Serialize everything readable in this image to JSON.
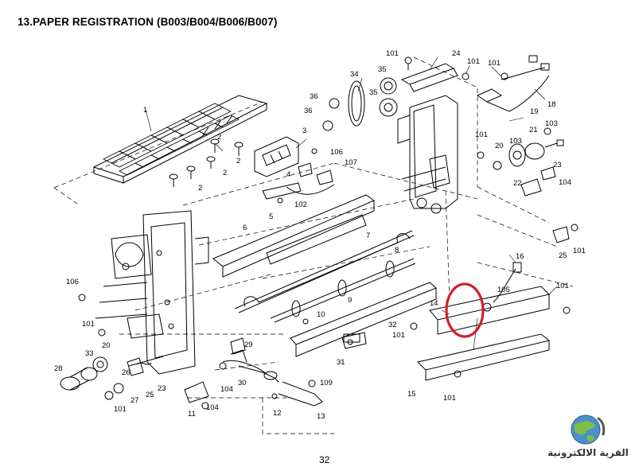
{
  "title": "13.PAPER REGISTRATION (B003/B004/B006/B007)",
  "page_number": "32",
  "logo_text": "القرية الالكترونية",
  "highlight_color": "#d0202a",
  "callouts": [
    {
      "id": "c101a",
      "text": "101"
    },
    {
      "id": "c24",
      "text": "24"
    },
    {
      "id": "c101b",
      "text": "101"
    },
    {
      "id": "c101c",
      "text": "101"
    },
    {
      "id": "c34",
      "text": "34"
    },
    {
      "id": "c35a",
      "text": "35"
    },
    {
      "id": "c35b",
      "text": "35"
    },
    {
      "id": "c36a",
      "text": "36"
    },
    {
      "id": "c36b",
      "text": "36"
    },
    {
      "id": "c18",
      "text": "18"
    },
    {
      "id": "c19",
      "text": "19"
    },
    {
      "id": "c1",
      "text": "1"
    },
    {
      "id": "c101d",
      "text": "101"
    },
    {
      "id": "c103a",
      "text": "103"
    },
    {
      "id": "c21",
      "text": "21"
    },
    {
      "id": "c103b",
      "text": "103"
    },
    {
      "id": "c20a",
      "text": "20"
    },
    {
      "id": "c3",
      "text": "3"
    },
    {
      "id": "c2a",
      "text": "2"
    },
    {
      "id": "c2b",
      "text": "2"
    },
    {
      "id": "c2c",
      "text": "2"
    },
    {
      "id": "c2d",
      "text": "2"
    },
    {
      "id": "c106a",
      "text": "106"
    },
    {
      "id": "c107",
      "text": "107"
    },
    {
      "id": "c4",
      "text": "4"
    },
    {
      "id": "c23a",
      "text": "23"
    },
    {
      "id": "c22",
      "text": "22"
    },
    {
      "id": "c104a",
      "text": "104"
    },
    {
      "id": "c102",
      "text": "102"
    },
    {
      "id": "c5",
      "text": "5"
    },
    {
      "id": "c6",
      "text": "6"
    },
    {
      "id": "c7",
      "text": "7"
    },
    {
      "id": "c25a",
      "text": "25"
    },
    {
      "id": "c101e",
      "text": "101"
    },
    {
      "id": "c8",
      "text": "8"
    },
    {
      "id": "c16",
      "text": "16"
    },
    {
      "id": "c106b",
      "text": "106"
    },
    {
      "id": "c101f",
      "text": "101"
    },
    {
      "id": "c105",
      "text": "105"
    },
    {
      "id": "c14",
      "text": "14"
    },
    {
      "id": "c9",
      "text": "9"
    },
    {
      "id": "c101g",
      "text": "101"
    },
    {
      "id": "c10",
      "text": "10"
    },
    {
      "id": "c32",
      "text": "32"
    },
    {
      "id": "c101h",
      "text": "101"
    },
    {
      "id": "c20b",
      "text": "20"
    },
    {
      "id": "c33",
      "text": "33"
    },
    {
      "id": "c29",
      "text": "29"
    },
    {
      "id": "c31",
      "text": "31"
    },
    {
      "id": "c28",
      "text": "28"
    },
    {
      "id": "c26",
      "text": "26"
    },
    {
      "id": "c23b",
      "text": "23"
    },
    {
      "id": "c30",
      "text": "30"
    },
    {
      "id": "c104b",
      "text": "104"
    },
    {
      "id": "c109",
      "text": "109"
    },
    {
      "id": "c15",
      "text": "15"
    },
    {
      "id": "c101i",
      "text": "101"
    },
    {
      "id": "c27",
      "text": "27"
    },
    {
      "id": "c25b",
      "text": "25"
    },
    {
      "id": "c104c",
      "text": "104"
    },
    {
      "id": "c101j",
      "text": "101"
    },
    {
      "id": "c11",
      "text": "11"
    },
    {
      "id": "c12",
      "text": "12"
    },
    {
      "id": "c13",
      "text": "13"
    }
  ]
}
